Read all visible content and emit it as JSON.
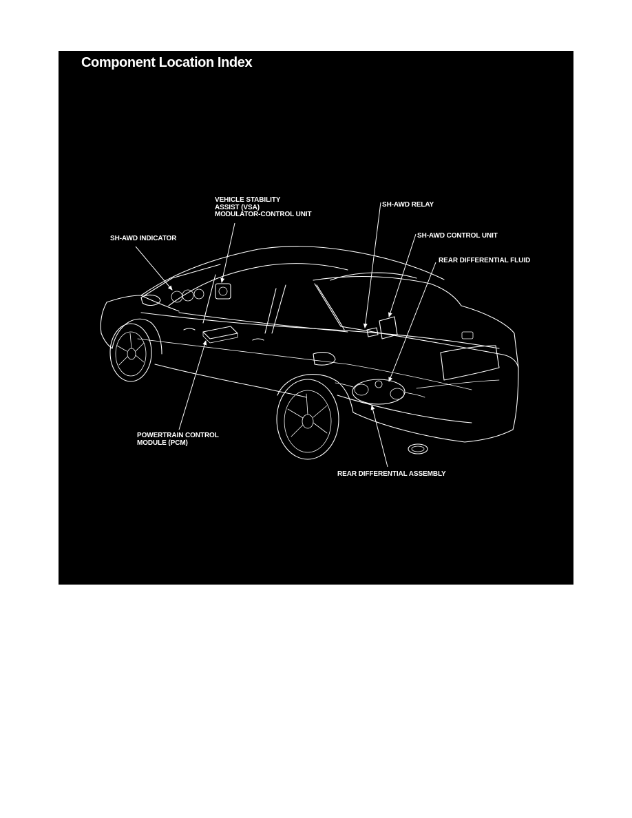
{
  "title": "Component Location Index",
  "callouts": {
    "vsa": [
      "VEHICLE STABILITY",
      "ASSIST (VSA)",
      "MODULATOR-CONTROL UNIT"
    ],
    "sh_awd_relay": "SH-AWD RELAY",
    "sh_awd_indicator": "SH-AWD INDICATOR",
    "sh_awd_control_unit": "SH-AWD CONTROL UNIT",
    "rear_differential_fluid": "REAR DIFFERENTIAL FLUID",
    "pcm": [
      "POWERTRAIN CONTROL",
      "MODULE (PCM)"
    ],
    "rear_differential_assembly": "REAR DIFFERENTIAL ASSEMBLY"
  },
  "colors": {
    "background": "#000000",
    "linework": "#ffffff",
    "page": "#ffffff"
  }
}
